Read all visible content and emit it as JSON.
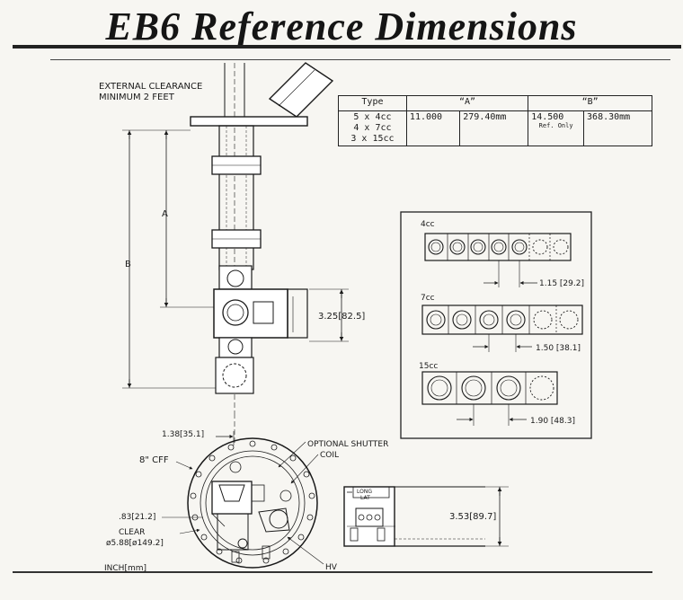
{
  "title": "EB6 Reference Dimensions",
  "clearance": {
    "line1": "EXTERNAL CLEARANCE",
    "line2": "MINIMUM 2 FEET"
  },
  "table": {
    "headers": {
      "type": "Type",
      "a": "“A”",
      "b": "“B”"
    },
    "types": [
      "5 x 4cc",
      "4 x 7cc",
      "3 x 15cc"
    ],
    "a_in": "11.000",
    "a_mm": "279.40mm",
    "b_in": "14.500",
    "b_note": "Ref. Only",
    "b_mm": "368.30mm"
  },
  "side_view": {
    "label_a": "A",
    "label_b": "B",
    "dim_height": "3.25[82.5]"
  },
  "crucibles": [
    {
      "label": "4cc",
      "pitch": "1.15 [29.2]"
    },
    {
      "label": "7cc",
      "pitch": "1.50 [38.1]"
    },
    {
      "label": "15cc",
      "pitch": "1.90 [48.3]"
    }
  ],
  "top_view": {
    "offset": "1.38[35.1]",
    "flange": "8\" CFF",
    "optional_shutter": "OPTIONAL SHUTTER",
    "coil": "COIL",
    "dim_83": ".83[21.2]",
    "clear_label": "CLEAR",
    "clear_dia": "ø5.88[ø149.2]",
    "hv": "HV",
    "units": "INCH[mm]"
  },
  "end_view": {
    "height": "3.53[89.7]",
    "long": "LONG",
    "lat": "LAT"
  }
}
